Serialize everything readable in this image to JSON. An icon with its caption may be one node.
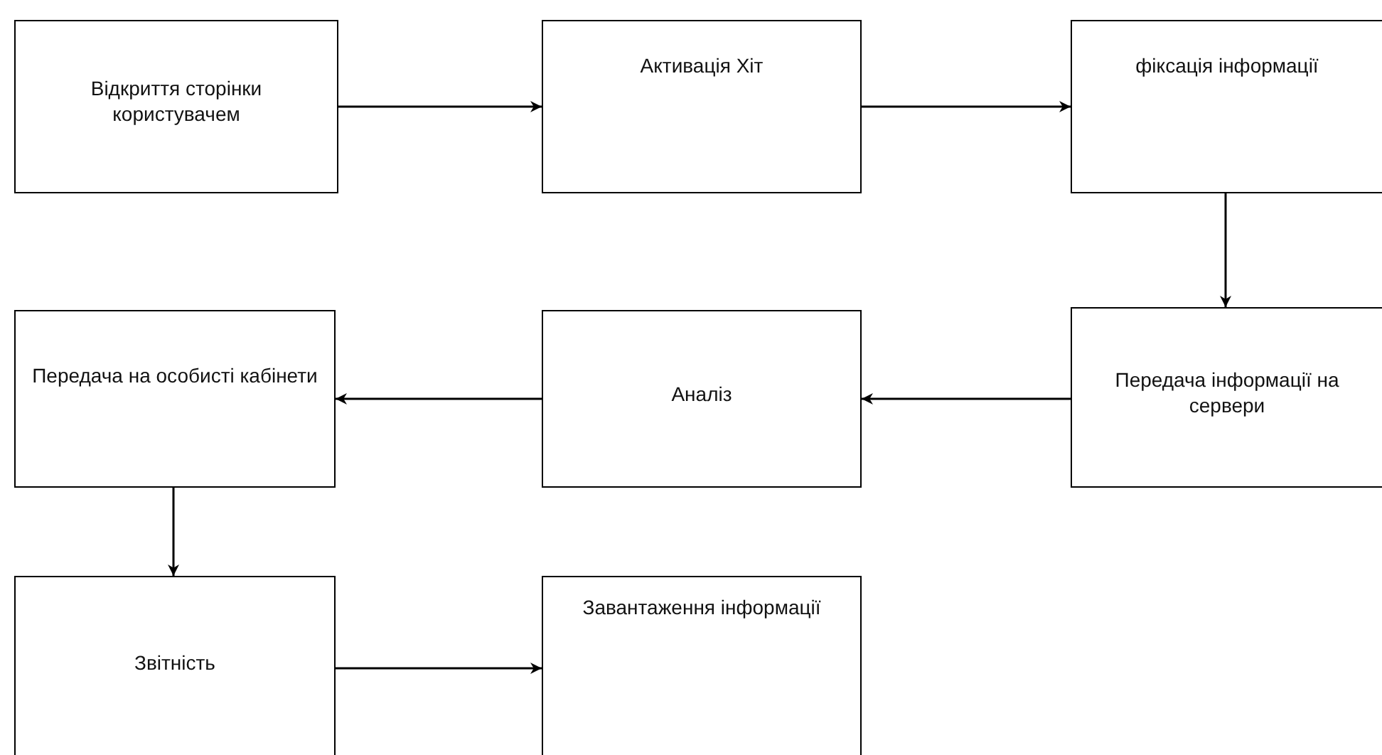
{
  "diagram": {
    "nodes": [
      {
        "text": [
          "Відкриття сторінки користувачем"
        ]
      },
      {
        "text": [
          "Активація Хіт"
        ]
      },
      {
        "text": [
          "фіксація інформації"
        ]
      },
      {
        "text": [
          "Передача інформації на сервери"
        ]
      },
      {
        "text": [
          "Аналіз"
        ]
      },
      {
        "text": [
          "Передача на особисті кабінети"
        ]
      },
      {
        "text": [
          "Звітність"
        ]
      },
      {
        "text": [
          "Завантаження інформації"
        ]
      }
    ],
    "edges": [
      {
        "from": 0,
        "to": 1,
        "arrow": "to"
      },
      {
        "from": 1,
        "to": 2,
        "arrow": "to"
      },
      {
        "from": 2,
        "to": 3,
        "arrow": "to"
      },
      {
        "from": 3,
        "to": 4,
        "arrow": "to"
      },
      {
        "from": 4,
        "to": 5,
        "arrow": "to"
      },
      {
        "from": 5,
        "to": 6,
        "arrow": "to"
      },
      {
        "from": 6,
        "to": 7,
        "arrow": "to"
      }
    ]
  }
}
